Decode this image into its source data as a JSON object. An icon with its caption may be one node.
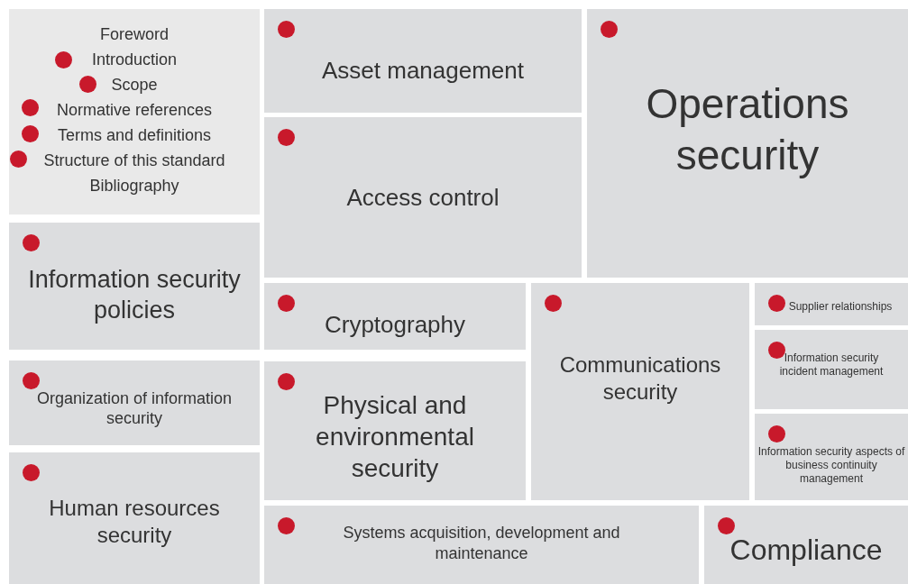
{
  "diagram": {
    "nodes": [
      {
        "text": [
          "Foreword",
          "Introduction",
          "Scope",
          "Normative references",
          "Terms and definitions",
          "Structure of this standard",
          "Bibliography"
        ]
      },
      {
        "text": [
          "Asset management"
        ]
      },
      {
        "text": [
          "Operations security"
        ]
      },
      {
        "text": [
          "Access control"
        ]
      },
      {
        "text": [
          "Information security policies"
        ]
      },
      {
        "text": [
          "Cryptography"
        ]
      },
      {
        "text": [
          "Communications security"
        ]
      },
      {
        "text": [
          "Supplier relationships"
        ]
      },
      {
        "text": [
          "Information security incident management"
        ]
      },
      {
        "text": [
          "Information security aspects of business continuity management"
        ]
      },
      {
        "text": [
          "Organization of information security"
        ]
      },
      {
        "text": [
          "Physical and environmental security"
        ]
      },
      {
        "text": [
          "Human resources security"
        ]
      },
      {
        "text": [
          "Systems acquisition, development and maintenance"
        ]
      },
      {
        "text": [
          "Compliance"
        ]
      }
    ]
  }
}
